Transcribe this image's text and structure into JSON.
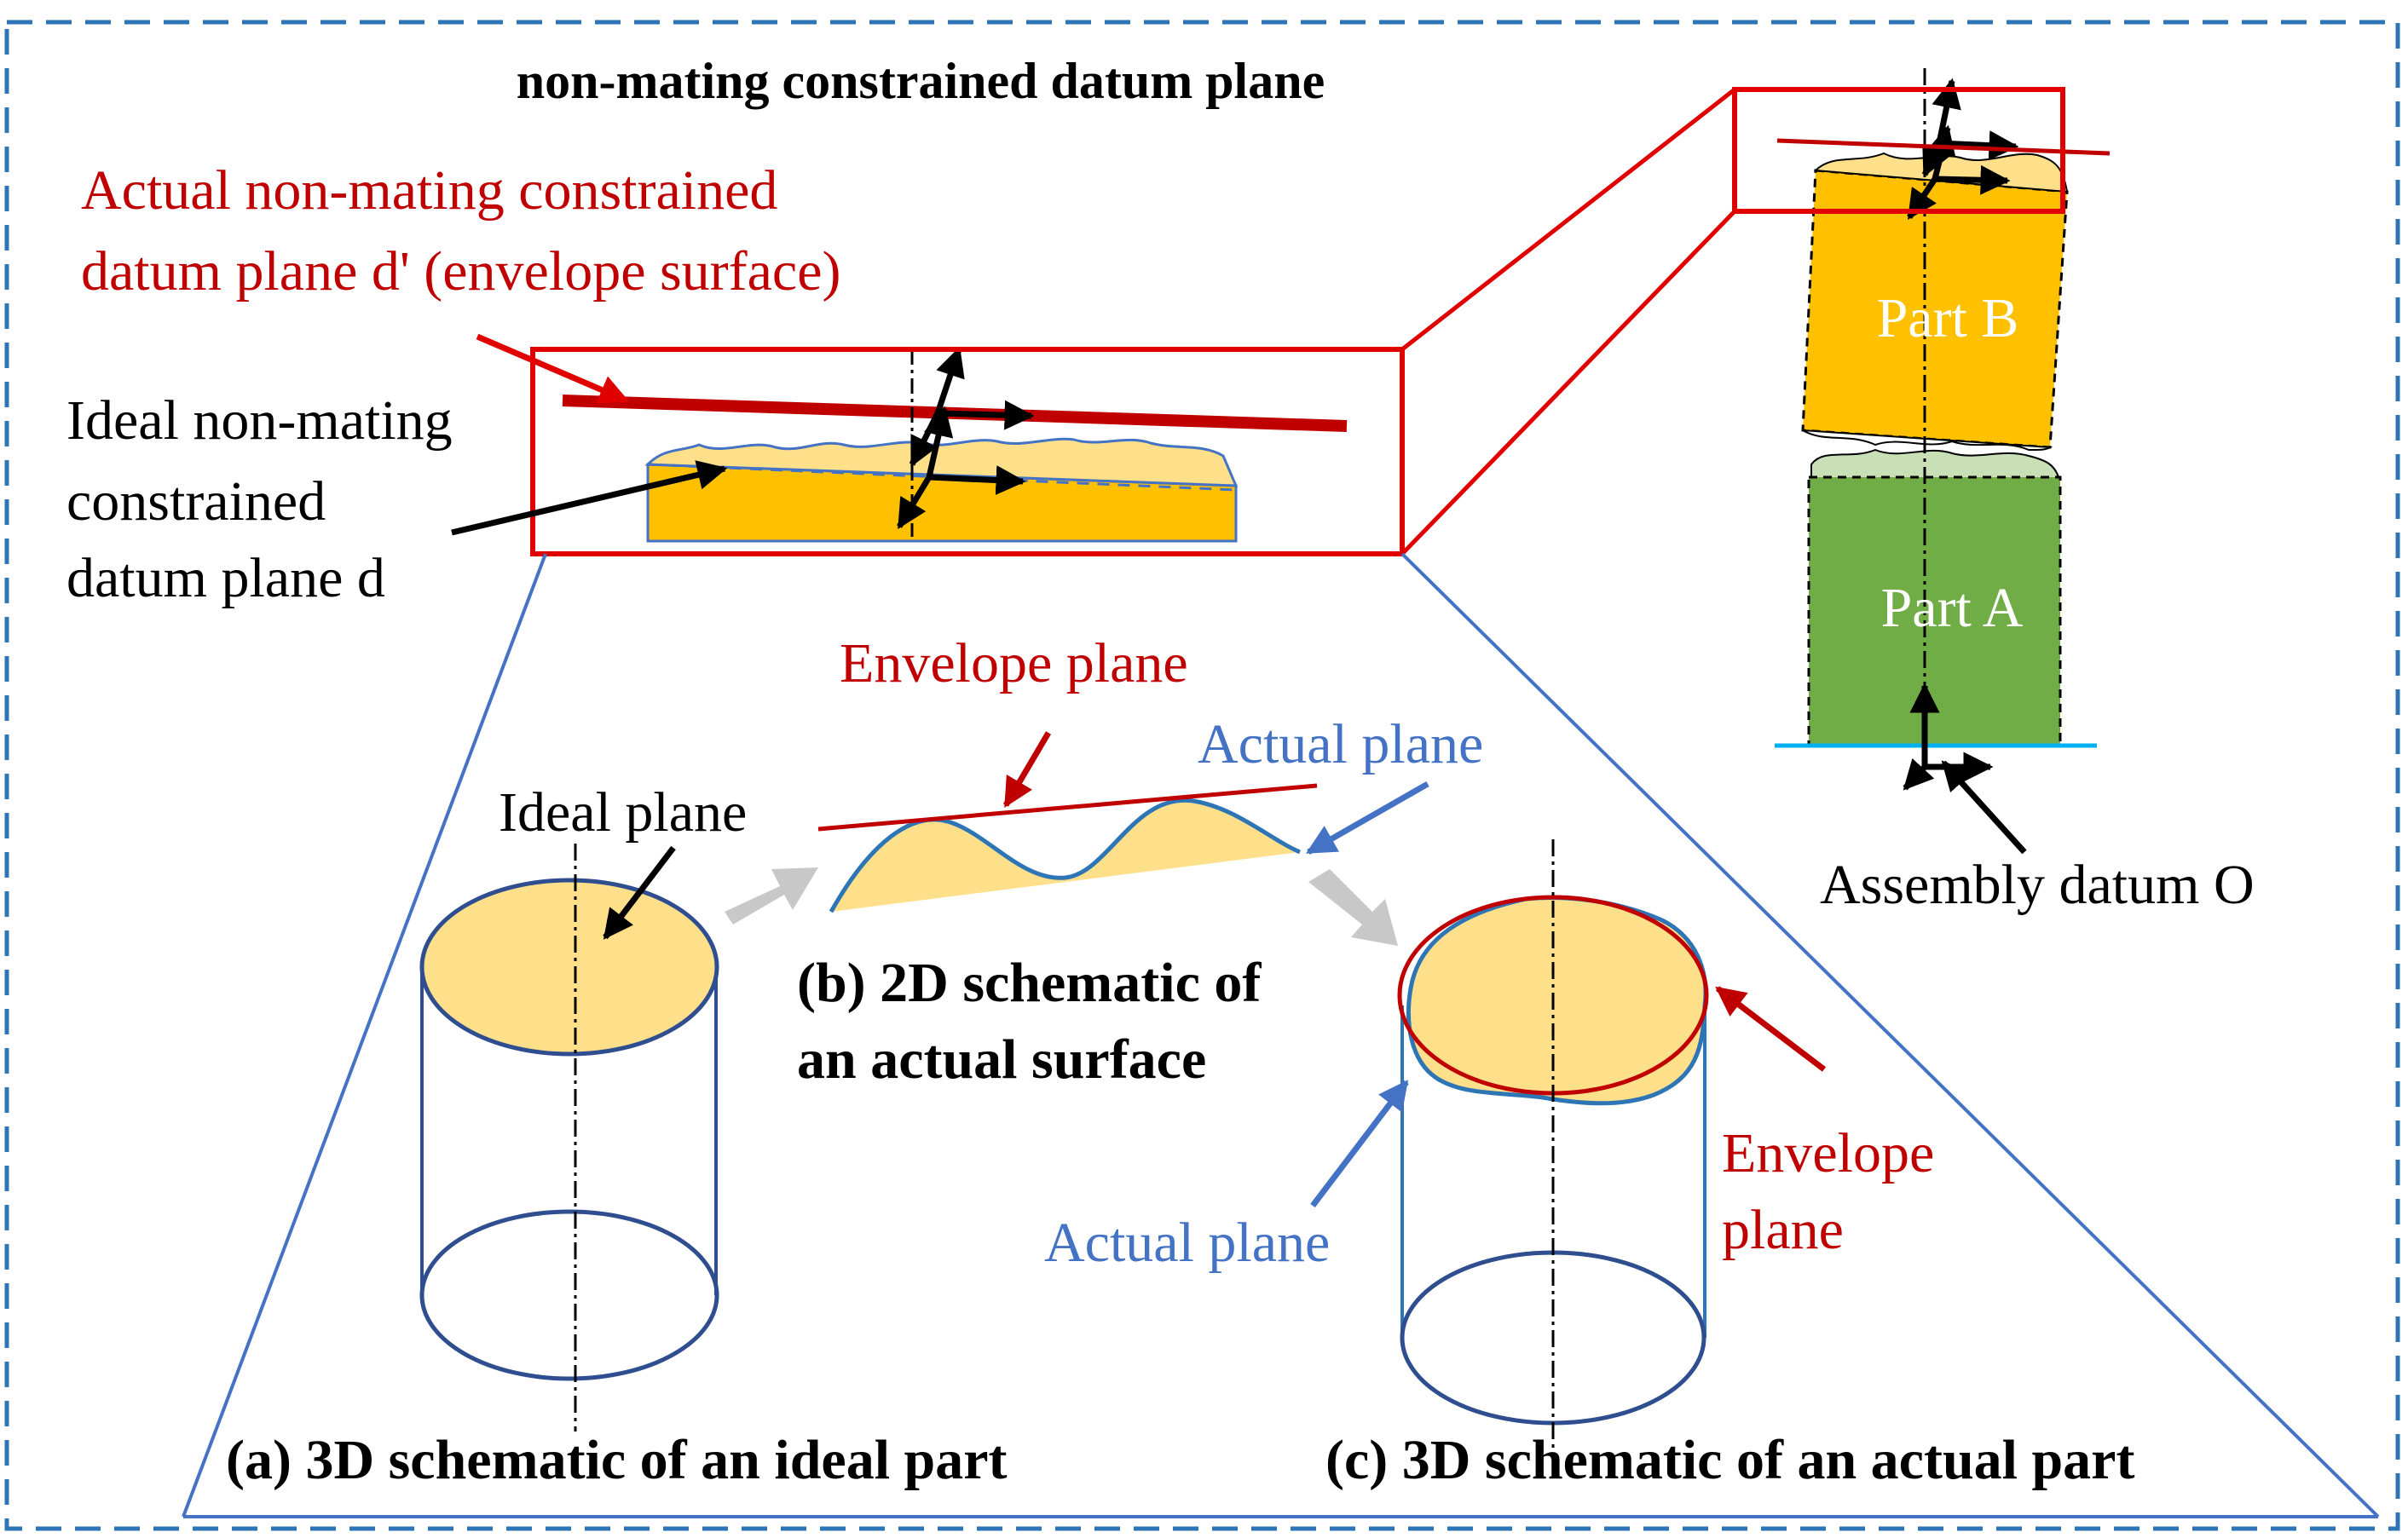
{
  "colors": {
    "frame": "#2e75b6",
    "red": "#e00000",
    "dark_red": "#c00000",
    "blue": "#4472c4",
    "dark_blue": "#2f4e8f",
    "part_b": "#ffc000",
    "part_a": "#70ad47",
    "light_yellow": "#ffe08a",
    "grey_arrow": "#c8c8c8",
    "datum_line": "#00b0f0",
    "black": "#000000"
  },
  "title": "non-mating constrained datum plane",
  "actual_datum": {
    "line1": "Actual non-mating constrained",
    "line2": "datum plane d' (envelope surface)"
  },
  "ideal_datum": {
    "line1": "Ideal non-mating",
    "line2": "constrained",
    "line3": "datum plane d"
  },
  "parts": {
    "part_b": "Part B",
    "part_a": "Part A"
  },
  "assembly_datum": "Assembly datum O",
  "panel_a": {
    "ideal_plane": "Ideal plane",
    "caption": "(a) 3D schematic of an ideal part"
  },
  "panel_b": {
    "envelope_plane": "Envelope plane",
    "actual_plane": "Actual plane",
    "caption_line1": "(b) 2D schematic of",
    "caption_line2": "an actual surface"
  },
  "panel_c": {
    "actual_plane": "Actual plane",
    "envelope_line1": "Envelope",
    "envelope_line2": "plane",
    "caption": "(c) 3D schematic of an actual part"
  }
}
